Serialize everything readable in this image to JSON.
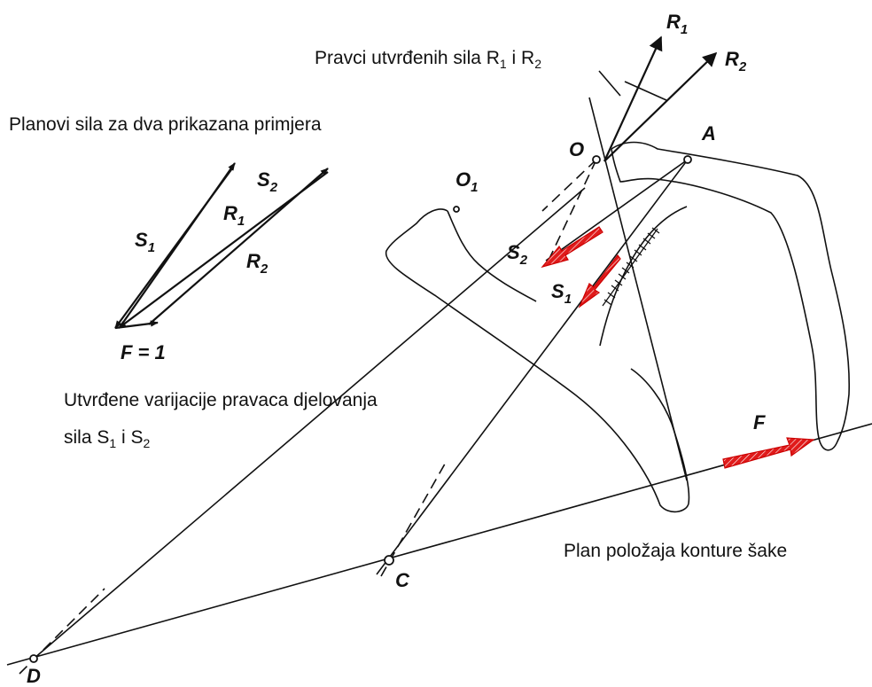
{
  "captions": {
    "directions": {
      "text": "Pravci utvrđenih sila R",
      "sub1": "1",
      "mid": " i  R",
      "sub2": "2"
    },
    "force_plans": "Planovi sila za dva prikazana primjera",
    "variations_line1": "Utvrđene varijacije pravaca djelovanja",
    "variations_line2": {
      "text": "sila S",
      "sub1": "1",
      "mid": " i  S",
      "sub2": "2"
    },
    "hand_contour": "Plan položaja konture šake"
  },
  "points": {
    "O": "O",
    "O1": {
      "main": "O",
      "sub": "1"
    },
    "A": "A",
    "C": "C",
    "D": "D"
  },
  "forces": {
    "R1": {
      "main": "R",
      "sub": "1"
    },
    "R2": {
      "main": "R",
      "sub": "2"
    },
    "S1": {
      "main": "S",
      "sub": "1"
    },
    "S2": {
      "main": "S",
      "sub": "2"
    },
    "F": "F"
  },
  "force_plan": {
    "S1": {
      "main": "S",
      "sub": "1"
    },
    "S2": {
      "main": "S",
      "sub": "2"
    },
    "R1": {
      "main": "R",
      "sub": "1"
    },
    "R2": {
      "main": "R",
      "sub": "2"
    },
    "F": "F = 1"
  },
  "colors": {
    "line": "#111111",
    "force_arrow": "#e01b1b",
    "background": "#ffffff"
  }
}
